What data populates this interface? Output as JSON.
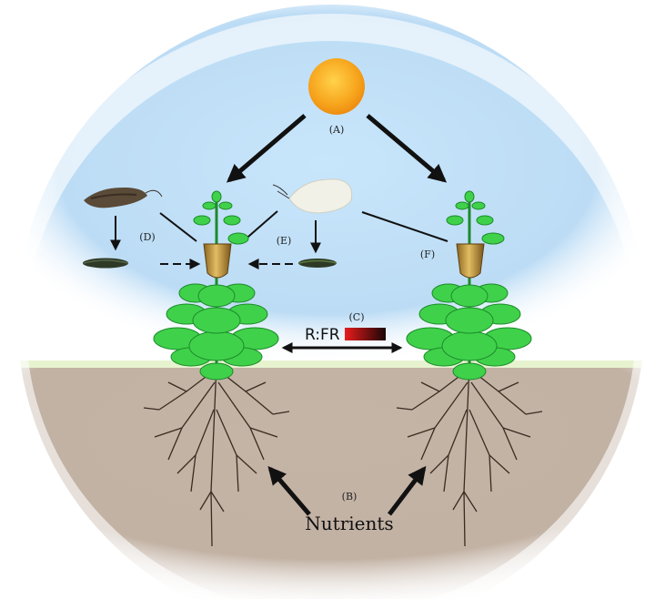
{
  "labels": {
    "a": "(A)",
    "b": "(B)",
    "c": "(C)",
    "d": "(D)",
    "e": "(E)",
    "f": "(F)",
    "nutrients": "Nutrients",
    "rfr": "R:FR"
  },
  "colors": {
    "sky": "#bfe0f7",
    "soil": "#c2b2a4",
    "ground_line": "#e7f3cf",
    "sun": "#f7a51d",
    "leaf": "#3fd14a",
    "leaf_dark": "#1c8a2a",
    "pot": "#c79a3a",
    "root": "#3a2a20",
    "rfr_start": "#e81c1c",
    "rfr_end": "#1a0505"
  },
  "icons": {
    "sun": "sun-icon",
    "moth": "moth-icon",
    "butterfly": "butterfly-icon",
    "caterpillar": "caterpillar-icon",
    "plant": "plant-icon"
  }
}
